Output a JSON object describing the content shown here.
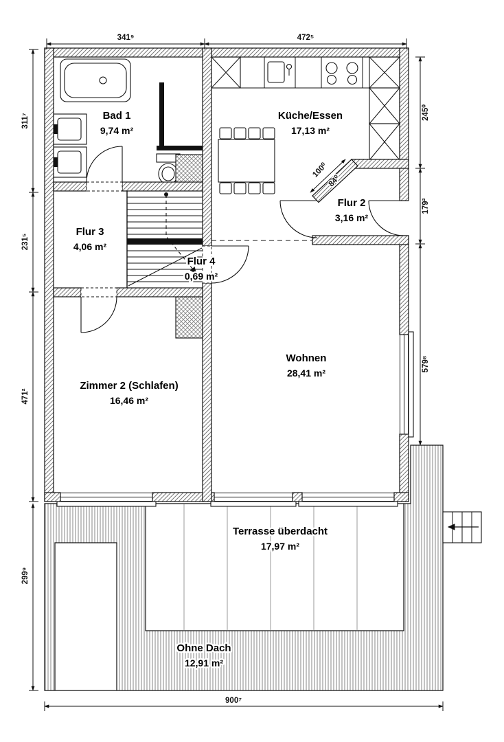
{
  "rooms": {
    "bad1": {
      "name": "Bad 1",
      "area": "9,74 m²"
    },
    "kueche": {
      "name": "Küche/Essen",
      "area": "17,13 m²"
    },
    "flur2": {
      "name": "Flur 2",
      "area": "3,16 m²"
    },
    "flur3": {
      "name": "Flur 3",
      "area": "4,06 m²"
    },
    "flur4": {
      "name": "Flur 4",
      "area": "0,69 m²"
    },
    "wohnen": {
      "name": "Wohnen",
      "area": "28,41 m²"
    },
    "zimmer2": {
      "name": "Zimmer 2 (Schlafen)",
      "area": "16,46 m²"
    },
    "terrasse": {
      "name": "Terrasse überdacht",
      "area": "17,97 m²"
    },
    "ohnedach": {
      "name": "Ohne Dach",
      "area": "12,91 m²"
    }
  },
  "dims": {
    "top1": "341⁹",
    "top2": "472⁵",
    "left1": "311⁷",
    "left2": "231⁵",
    "left3": "471²",
    "left4": "299⁹",
    "right1": "245⁰",
    "right2": "179²",
    "right3": "579⁸",
    "bottom": "900⁷",
    "diag1": "100⁰",
    "diag2": "84⁰"
  },
  "colors": {
    "wall_hatch": "#777777",
    "stripe": "#9a9a9a",
    "line": "#111111",
    "background": "#ffffff"
  }
}
